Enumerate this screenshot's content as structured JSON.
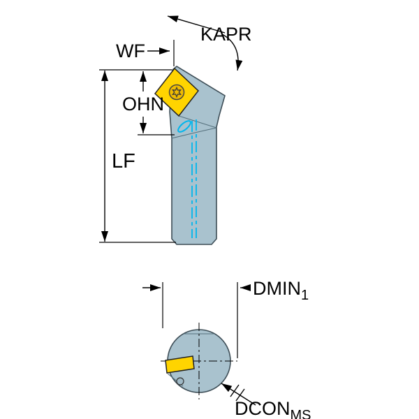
{
  "diagram": {
    "type": "technical-drawing",
    "views": {
      "side_view": {
        "dimensions": {
          "kapr": {
            "label": "KAPR"
          },
          "wf": {
            "label": "WF"
          },
          "ohn": {
            "label": "OHN"
          },
          "lf": {
            "label": "LF"
          }
        }
      },
      "end_view": {
        "dimensions": {
          "dmin": {
            "label": "DMIN",
            "subscript": "1"
          },
          "dcon": {
            "label": "DCON",
            "subscript": "MS"
          }
        }
      }
    },
    "colors": {
      "tool_body": "#a9c2ce",
      "insert": "#ffd400",
      "coolant_line": "#00b6ed",
      "outline": "#3e4e57",
      "dimension": "#000000",
      "background": "#ffffff"
    }
  }
}
